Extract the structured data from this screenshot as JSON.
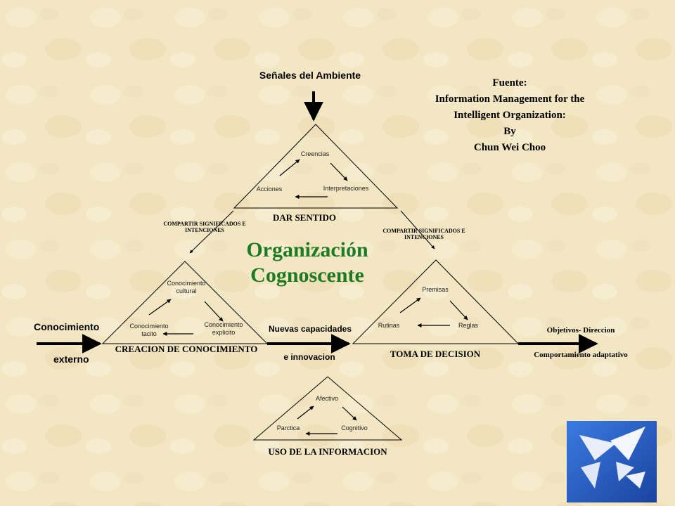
{
  "top": {
    "signal": "Señales del  Ambiente"
  },
  "source": {
    "line1": "Fuente:",
    "line2": "Information Management for the",
    "line3": "Intelligent Organization:",
    "line4": "By",
    "line5": "Chun Wei Choo"
  },
  "center": {
    "line1": "Organización",
    "line2": "Cognoscente"
  },
  "sensemaking": {
    "title": "DAR SENTIDO",
    "node_top": "Creencias",
    "node_left": "Acciones",
    "node_right": "Interpretaciones"
  },
  "share_left": {
    "line1": "COMPARTIR SIGNIFICADOS E",
    "line2": "INTENCIONES"
  },
  "share_right": {
    "line1": "COMPARTIR SIGNIFICADOS E",
    "line2": "INTENCIONES"
  },
  "knowledge": {
    "title": "CREACION DE CONOCIMIENTO",
    "node_top_1": "Conocimiento",
    "node_top_2": "cultural",
    "node_left_1": "Conocimiento",
    "node_left_2": "tacito",
    "node_right_1": "Conocimiento",
    "node_right_2": "explicito"
  },
  "decision": {
    "title": "TOMA DE DECISION",
    "node_top": "Premisas",
    "node_left": "Rutinas",
    "node_right": "Reglas"
  },
  "usage": {
    "title": "USO DE LA INFORMACION",
    "node_top": "Afectivo",
    "node_left": "Parctica",
    "node_right": "Cognitivo"
  },
  "external": {
    "line1": "Conocimiento",
    "line2": "externo"
  },
  "capabilities": {
    "line1": "Nuevas capacidades",
    "line2": "e innovacion"
  },
  "outputs": {
    "line1": "Objetivos- Direccion",
    "line2": "Comportamiento adaptativo"
  },
  "colors": {
    "background": "#f3e6c2",
    "title_green": "#1e7a24",
    "logo_blue": "#1f56b8"
  },
  "icons": {
    "logo": "blue-square-paper-shapes-icon"
  }
}
